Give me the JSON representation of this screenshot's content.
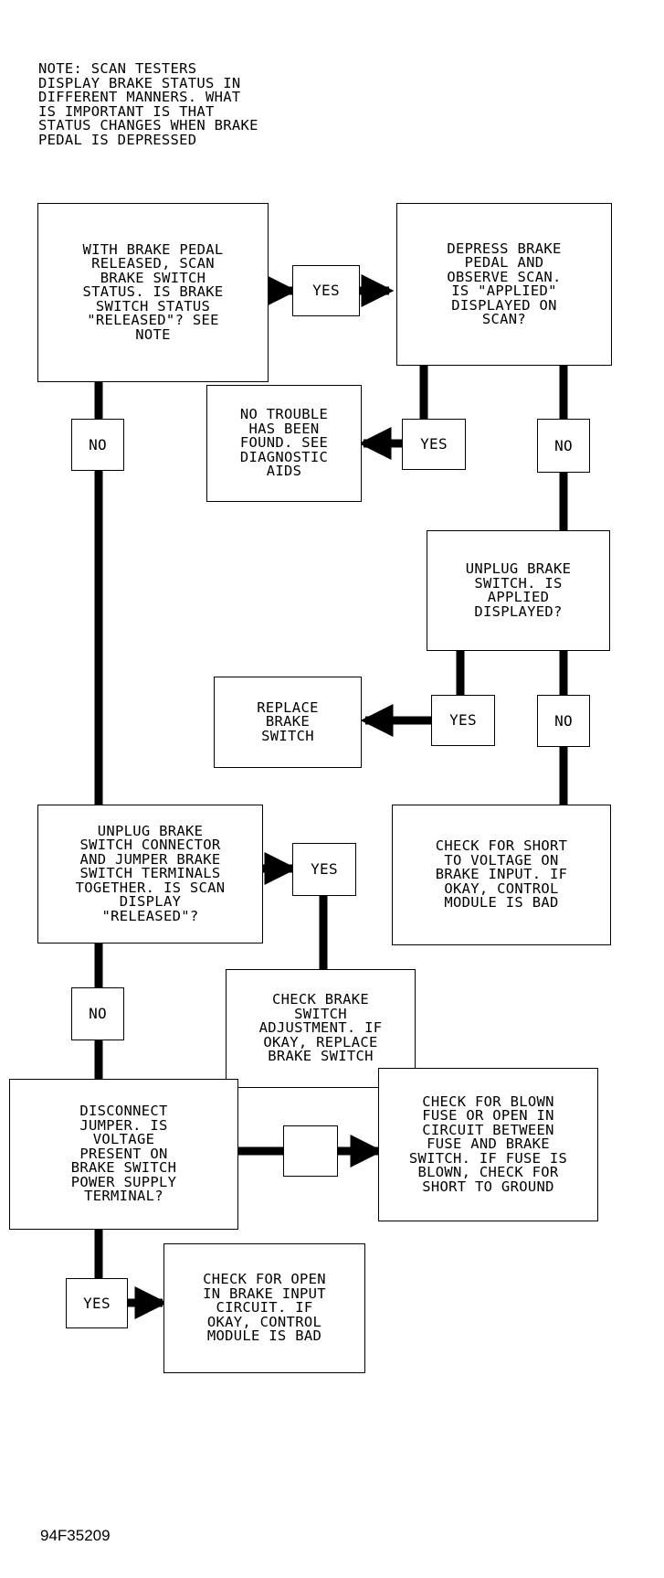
{
  "note": "NOTE: SCAN TESTERS\nDISPLAY BRAKE STATUS IN\nDIFFERENT MANNERS. WHAT\nIS IMPORTANT IS THAT\nSTATUS CHANGES WHEN BRAKE\nPEDAL IS DEPRESSED",
  "nodes": {
    "q_released": "WITH BRAKE PEDAL\nRELEASED, SCAN\nBRAKE SWITCH\nSTATUS. IS BRAKE\nSWITCH STATUS\n\"RELEASED\"? SEE\nNOTE",
    "q_applied": "DEPRESS BRAKE\nPEDAL AND\nOBSERVE SCAN.\nIS \"APPLIED\"\nDISPLAYED ON\nSCAN?",
    "no_trouble": "NO TROUBLE\nHAS BEEN\nFOUND. SEE\nDIAGNOSTIC\nAIDS",
    "q_unplug": "UNPLUG BRAKE\nSWITCH. IS\nAPPLIED\nDISPLAYED?",
    "replace_switch": "REPLACE\nBRAKE\nSWITCH",
    "check_short_voltage": "CHECK FOR SHORT\nTO VOLTAGE ON\nBRAKE INPUT. IF\nOKAY, CONTROL\nMODULE IS BAD",
    "q_jumper": "UNPLUG BRAKE\nSWITCH CONNECTOR\nAND JUMPER BRAKE\nSWITCH TERMINALS\nTOGETHER. IS SCAN\nDISPLAY\n\"RELEASED\"?",
    "check_adjustment": "CHECK BRAKE\nSWITCH\nADJUSTMENT. IF\nOKAY, REPLACE\nBRAKE SWITCH",
    "q_voltage": "DISCONNECT\nJUMPER. IS\nVOLTAGE\nPRESENT ON\nBRAKE SWITCH\nPOWER SUPPLY\nTERMINAL?",
    "check_fuse": "CHECK FOR BLOWN\nFUSE OR OPEN IN\nCIRCUIT BETWEEN\nFUSE AND BRAKE\nSWITCH. IF FUSE IS\nBLOWN, CHECK FOR\nSHORT TO GROUND",
    "check_open": "CHECK FOR OPEN\nIN BRAKE INPUT\nCIRCUIT. IF\nOKAY, CONTROL\nMODULE IS BAD"
  },
  "labels": {
    "yes_1": "YES",
    "no_1": "NO",
    "yes_2": "YES",
    "no_2": "NO",
    "yes_3": "YES",
    "no_3": "NO",
    "yes_4": "YES",
    "no_4": "NO",
    "yes_5": "YES"
  },
  "figure_id": "94F35209"
}
